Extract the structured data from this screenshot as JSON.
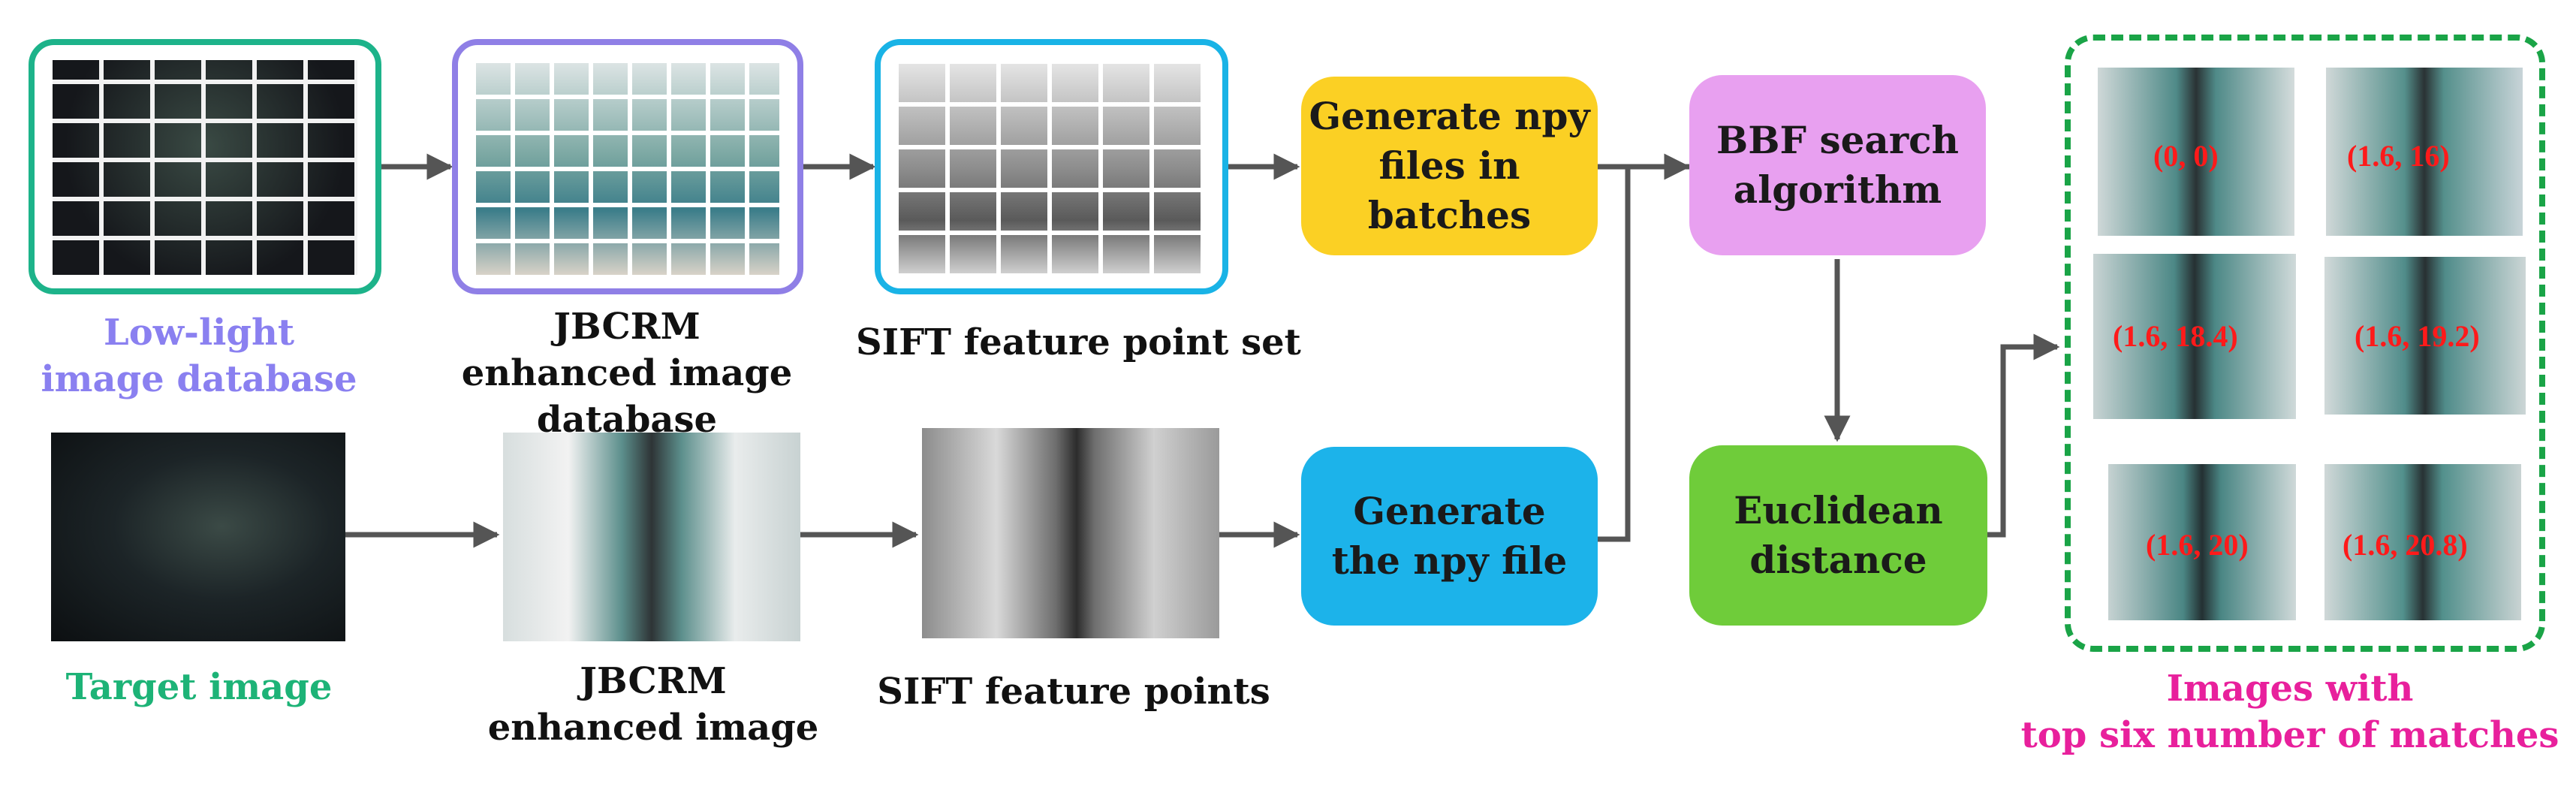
{
  "colors": {
    "lowlight_frame": "#1db38a",
    "jbcrm_db_frame": "#8f7fe6",
    "sift_set_frame": "#19b3e6",
    "gen_batches": "#fbd024",
    "bbf": "#e8a0f0",
    "gen_npy": "#1cb3ea",
    "euclidean": "#6fcc3a",
    "result_frame": "#1aa447",
    "caption_lowlight": "#8a80f0",
    "caption_target": "#1db377",
    "caption_results": "#e8209c",
    "arrow": "#555555",
    "match_label": "#ff1a1a"
  },
  "captions": {
    "low_light_db": "Low-light\nimage database",
    "jbcrm_db": "JBCRM\nenhanced image database",
    "sift_set": "SIFT feature point set",
    "target_image": "Target image",
    "jbcrm_image": "JBCRM\nenhanced image",
    "sift_points": "SIFT feature points",
    "results": "Images with\ntop six number of matches"
  },
  "process": {
    "gen_batches": "Generate npy\nfiles in\nbatches",
    "bbf": "BBF search\nalgorithm",
    "gen_npy": "Generate\nthe npy file",
    "euclidean": "Euclidean\ndistance"
  },
  "matches": [
    "(0, 0)",
    "(1.6, 16)",
    "(1.6, 18.4)",
    "(1.6, 19.2)",
    "(1.6, 20)",
    "(1.6, 20.8)"
  ]
}
